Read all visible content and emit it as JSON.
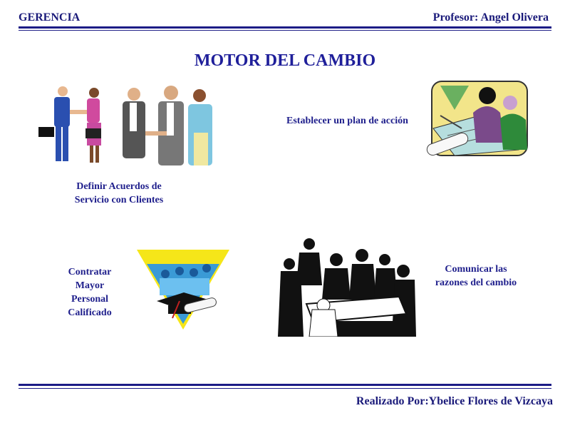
{
  "header": {
    "left": "GERENCIA",
    "right": "Profesor: Angel Olivera"
  },
  "title": "MOTOR DEL CAMBIO",
  "items": [
    {
      "caption_line1": "Definir Acuerdos de",
      "caption_line2": "Servicio con Clientes",
      "icon": "handshake-icon"
    },
    {
      "caption": "Establecer un plan de acción",
      "icon": "planning-icon"
    },
    {
      "caption_line1": "Contratar",
      "caption_line2": "Mayor",
      "caption_line3": "Personal",
      "caption_line4": "Calificado",
      "icon": "graduation-icon"
    },
    {
      "caption_line1": "Comunicar las",
      "caption_line2": "razones del cambio",
      "icon": "meeting-icon"
    }
  ],
  "footer": "Realizado Por:Ybelice Flores de Vizcaya",
  "colors": {
    "text": "#1a1a7a",
    "rule": "#1c1c86",
    "title": "#1f1f9a"
  }
}
